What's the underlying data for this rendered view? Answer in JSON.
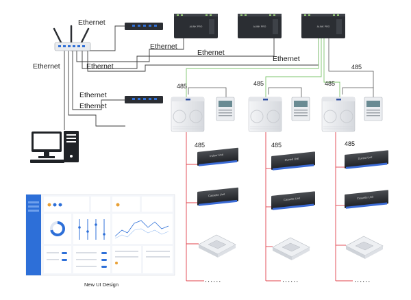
{
  "labels": {
    "ethernet": "Ethernet",
    "rs485": "485",
    "ellipsis": "......",
    "ui_caption": "New UI Design"
  },
  "devices": {
    "gateway_text": "ALINK PRO",
    "indoor_unit": "Indoor Unit",
    "ducted_unit": "Ducted Unit",
    "cassette_unit": "Cassette Unit"
  },
  "colors": {
    "ethernet_line": "#3a3a3a",
    "modbus_line": "#7cc46c",
    "rs485_line": "#e0404a",
    "device_dark": "#2b2e33",
    "switch_led": "#2f6fd6"
  }
}
